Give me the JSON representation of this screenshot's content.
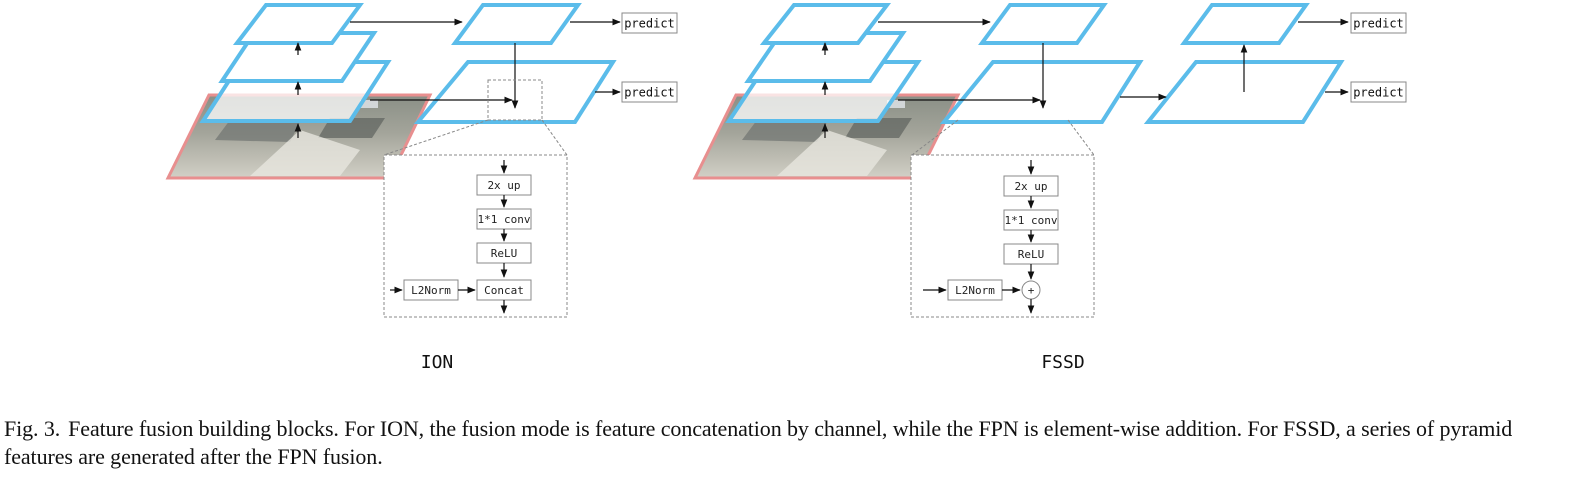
{
  "panels": [
    {
      "title": "ION",
      "predict_labels": [
        "predict",
        "predict"
      ],
      "block_steps": [
        "2x up",
        "1*1 conv",
        "ReLU"
      ],
      "side_input": "L2Norm",
      "merge": "Concat"
    },
    {
      "title": "FSSD",
      "predict_labels": [
        "predict",
        "predict"
      ],
      "block_steps": [
        "2x up",
        "1*1 conv",
        "ReLU"
      ],
      "side_input": "L2Norm",
      "merge": "+"
    }
  ],
  "caption": {
    "label": "Fig. 3.",
    "text": "Feature fusion building blocks. For ION, the fusion mode is feature concatenation by channel, while the FPN is element-wise addition. For FSSD, a series of pyramid features are generated after the FPN fusion."
  },
  "colors": {
    "feature_map": "#5bbcea",
    "photo_border": "#e88f8f",
    "line": "#111111",
    "dashed": "#888888"
  }
}
